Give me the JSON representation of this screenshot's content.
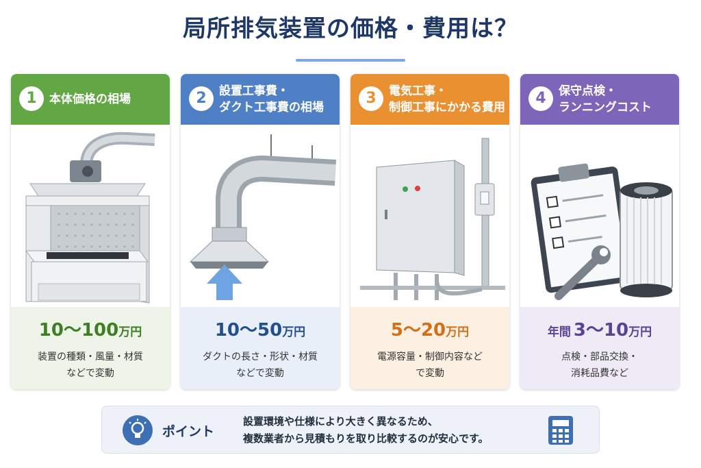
{
  "title": "局所排気装置の価格・費用は？",
  "cards": [
    {
      "number": "1",
      "heading": "本体価格の相場",
      "price": "10～100",
      "price_unit": "万円",
      "desc_line1": "装置の種類・風量・材質",
      "desc_line2": "などで変動",
      "icon": "fume-hood-booth-illustration"
    },
    {
      "number": "2",
      "heading_line1": "設置工事費・",
      "heading_line2": "ダクト工事費の相場",
      "price": "10～50",
      "price_unit": "万円",
      "desc_line1": "ダクトの長さ・形状・材質",
      "desc_line2": "などで変動",
      "icon": "duct-hood-illustration"
    },
    {
      "number": "3",
      "heading_line1": "電気工事・",
      "heading_line2": "制御工事にかかる費用",
      "price": "5～20",
      "price_unit": "万円",
      "desc_line1": "電源容量・制御内容など",
      "desc_line2": "で変動",
      "icon": "control-panel-illustration"
    },
    {
      "number": "4",
      "heading_line1": "保守点検・",
      "heading_line2": "ランニングコスト",
      "price_prefix": "年間",
      "price": "3～10",
      "price_unit": "万円",
      "desc_line1": "点検・部品交換・",
      "desc_line2": "消耗品費など",
      "icon": "clipboard-filter-illustration"
    }
  ],
  "point": {
    "label": "ポイント",
    "line1": "設置環境や仕様により大きく異なるため、",
    "line2": "複数業者から見積もりを取り比較するのが安心です。",
    "icon": "lightbulb-icon",
    "icon_right": "calculator-icon"
  }
}
